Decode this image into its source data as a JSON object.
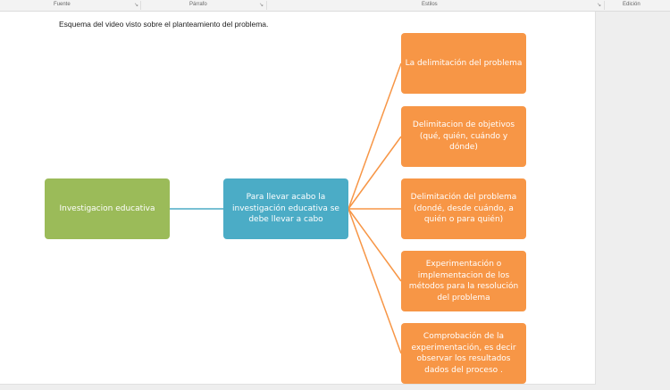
{
  "ribbon": {
    "groups": [
      "Fuente",
      "Párrafo",
      "Estilos",
      "Edición"
    ],
    "launcher_icon": "dialog-launcher-icon"
  },
  "document": {
    "heading": "Esquema del video visto sobre el planteamiento del problema."
  },
  "diagram": {
    "root": "Investigacion educativa",
    "middle": "Para llevar acabo la investigación educativa se debe llevar a cabo",
    "branches": [
      "La delimitación del problema",
      "Delimitacion de objetivos (qué, quién, cuándo y dónde)",
      "Delimitación del problema (dondé, desde cuándo, a quién o para quién)",
      "Experimentación o implementacion de los métodos  para la resolución del problema",
      "Comprobación de la experimentación, es decir observar los resultados dados del proceso ."
    ],
    "colors": {
      "root": "#9bbb59",
      "middle": "#4bacc6",
      "branch": "#f79646"
    }
  }
}
